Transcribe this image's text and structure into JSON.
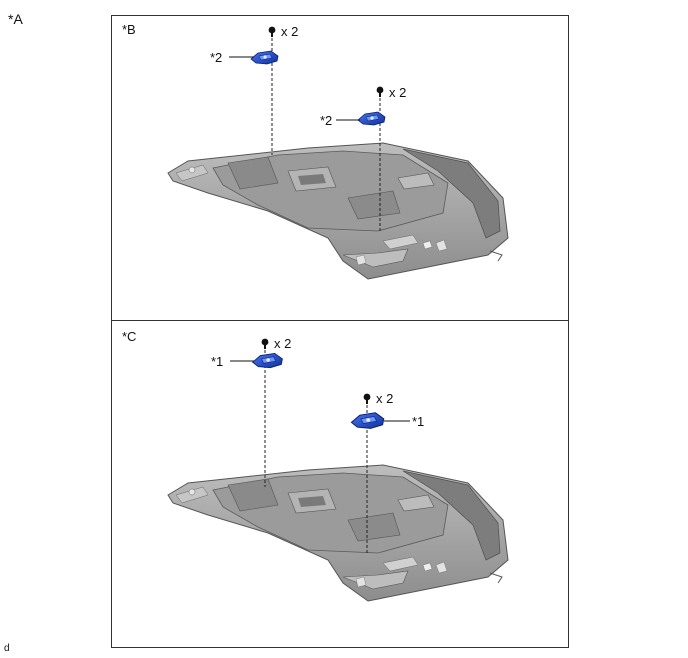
{
  "figure_label": "*A",
  "footer_code": "d",
  "panels": [
    {
      "label": "*B",
      "bolt_callouts": [
        "x 2",
        "x 2"
      ],
      "part_callouts": [
        "*2",
        "*2"
      ]
    },
    {
      "label": "*C",
      "bolt_callouts": [
        "x 2",
        "x 2"
      ],
      "part_callouts": [
        "*1",
        "*1"
      ]
    }
  ],
  "colors": {
    "clip_blue": "#1f4fd6",
    "clip_dark": "#0c2a8a",
    "headliner_fill": "#a9a9a9",
    "headliner_dark": "#6f6f6f",
    "outline": "#333333"
  },
  "icons": [
    "bolt-icon",
    "clip-icon",
    "headliner-panel-icon"
  ]
}
